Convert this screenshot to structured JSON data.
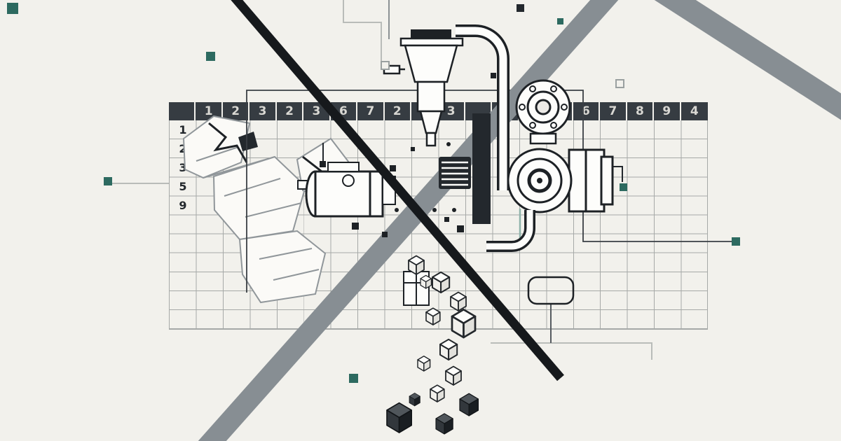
{
  "palette": {
    "background": "#f2f1ec",
    "grid_line": "#a6a9a7",
    "header_background": "#363c42",
    "header_text": "#d9d8d3",
    "ink": "#1d2125",
    "stripe_gray": "#878e93",
    "accent_teal": "#2d6a60",
    "light_line": "#b9bcb9"
  },
  "grid": {
    "columns": 20,
    "rows": 11,
    "header_numbers": [
      "",
      "1",
      "2",
      "3",
      "2",
      "3",
      "6",
      "7",
      "2",
      "",
      "3",
      "",
      "",
      "",
      "",
      "6",
      "7",
      "8",
      "9",
      "4"
    ],
    "row_numbers": [
      "1",
      "2",
      "3",
      "5",
      "9"
    ]
  }
}
